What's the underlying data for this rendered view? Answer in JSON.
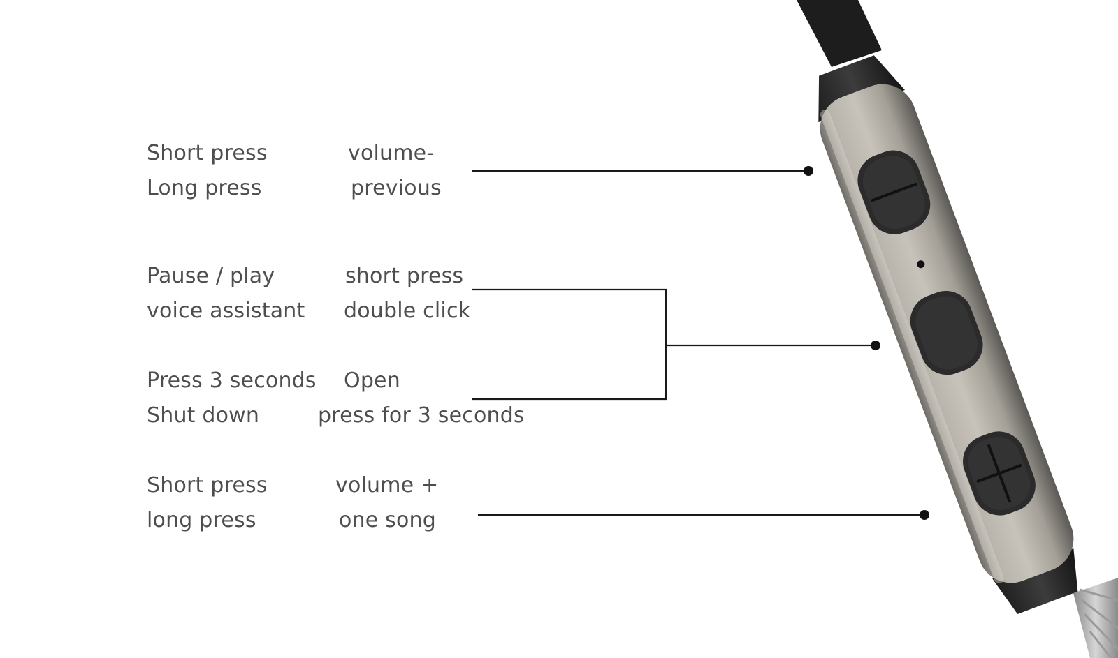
{
  "groups": [
    {
      "rows": [
        {
          "action": "Short press",
          "result": "volume-"
        },
        {
          "action": "Long press",
          "result": "previous"
        }
      ]
    },
    {
      "rows": [
        {
          "action": "Pause / play",
          "result": "short press"
        },
        {
          "action": "voice assistant",
          "result": "double click"
        }
      ]
    },
    {
      "rows": [
        {
          "action": "Press 3 seconds",
          "result": "Open"
        },
        {
          "action": "Shut down",
          "result": "press for 3 seconds"
        }
      ]
    },
    {
      "rows": [
        {
          "action": "Short press",
          "result": "volume +"
        },
        {
          "action": "long press",
          "result": "one song"
        }
      ]
    }
  ],
  "colors": {
    "text": "#4e4e4e",
    "leader_line": "#1a1a1a",
    "remote_body": "#a9a49b",
    "remote_button": "#2b2b2b",
    "cable": "#1f1f1f"
  },
  "icons": {
    "minus_button": "minus-icon",
    "plus_button": "plus-icon",
    "microphone_hole": "mic-hole-icon"
  }
}
